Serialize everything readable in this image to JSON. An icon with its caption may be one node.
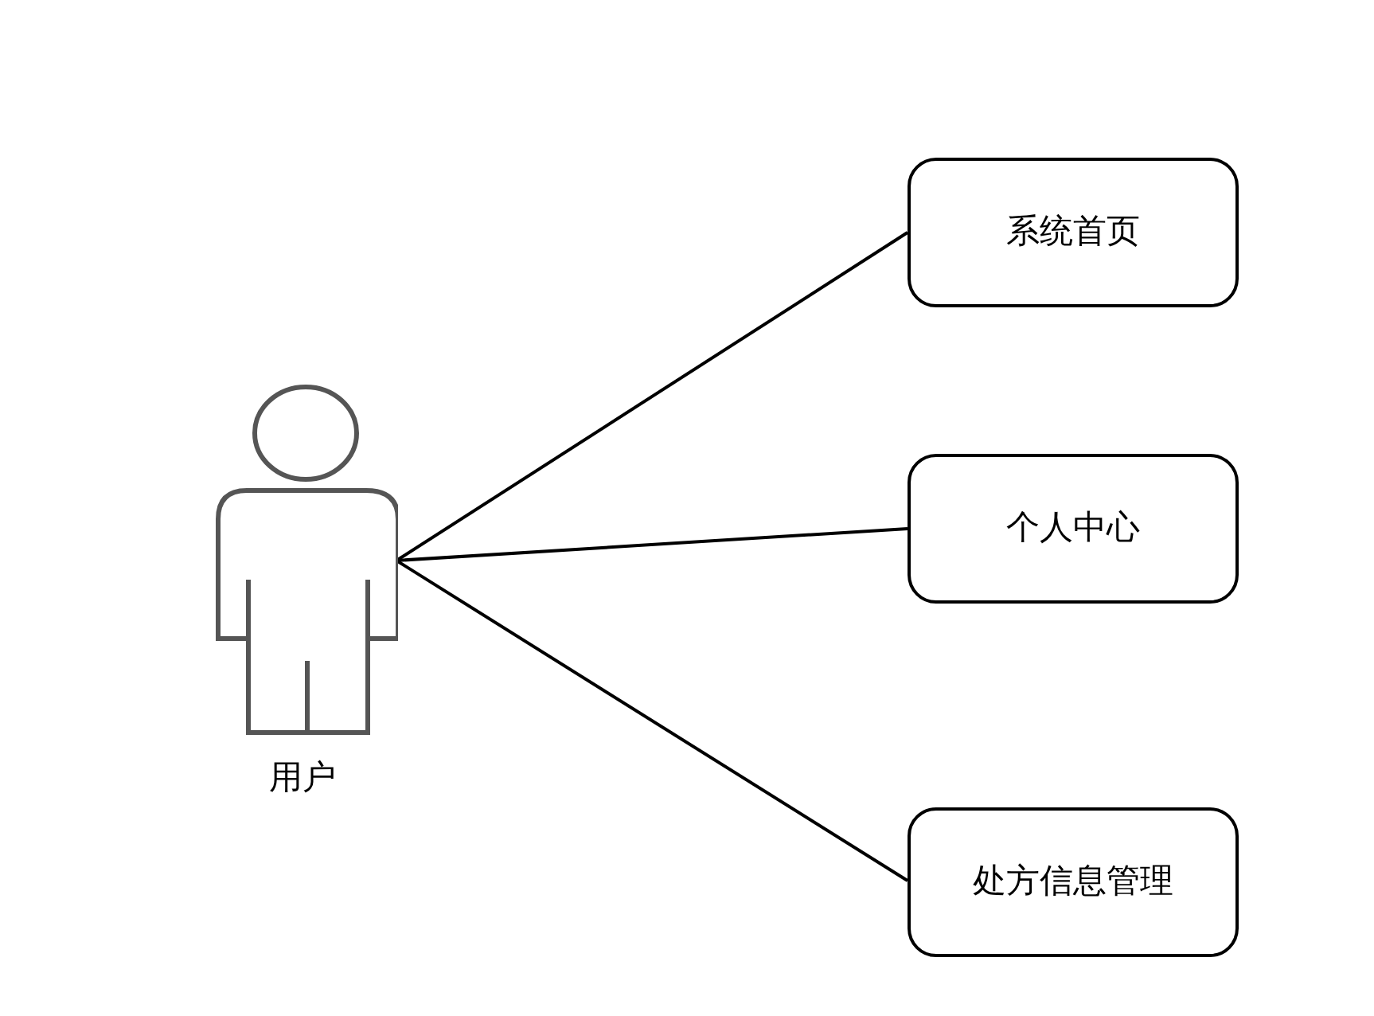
{
  "diagram": {
    "nodes": [
      {
        "text": [
          "用户"
        ]
      },
      {
        "text": [
          "系统首页"
        ]
      },
      {
        "text": [
          "个人中心"
        ]
      },
      {
        "text": [
          "处方信息管理"
        ]
      }
    ],
    "edges": [
      {
        "from": 0,
        "to": 1,
        "arrow": "none"
      },
      {
        "from": 0,
        "to": 2,
        "arrow": "none"
      },
      {
        "from": 0,
        "to": 3,
        "arrow": "none"
      }
    ]
  }
}
